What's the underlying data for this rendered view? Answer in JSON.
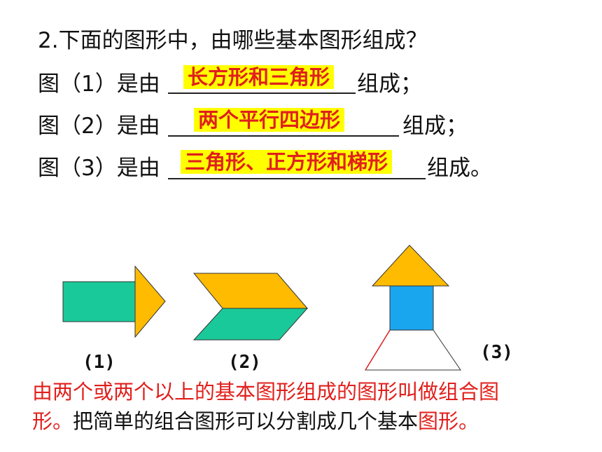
{
  "question": "2.下面的图形中，由哪些基本图形组成？",
  "items": [
    {
      "prefix": "图（1）是由",
      "answer": "长方形和三角形",
      "suffix": "组成；"
    },
    {
      "prefix": "图（2）是由",
      "answer": "两个平行四边形",
      "suffix": "组成；"
    },
    {
      "prefix": "图（3）是由",
      "answer": "三角形、正方形和梯形",
      "suffix": "组成。"
    }
  ],
  "figure_labels": [
    "(1)",
    "(2)",
    "(3)"
  ],
  "definition": {
    "red_part1": "由两个或两个以上的基本图形组成的图形叫做组合图",
    "red_part2": "形。",
    "dark_part": "把简单的组合图形可以分割成几个基本",
    "red_part3": "图形。"
  },
  "colors": {
    "green": "#1ac99a",
    "orange": "#ffbb00",
    "blue": "#1aa6ef",
    "highlight": "#ffff00",
    "answer_text": "#e0201c"
  }
}
